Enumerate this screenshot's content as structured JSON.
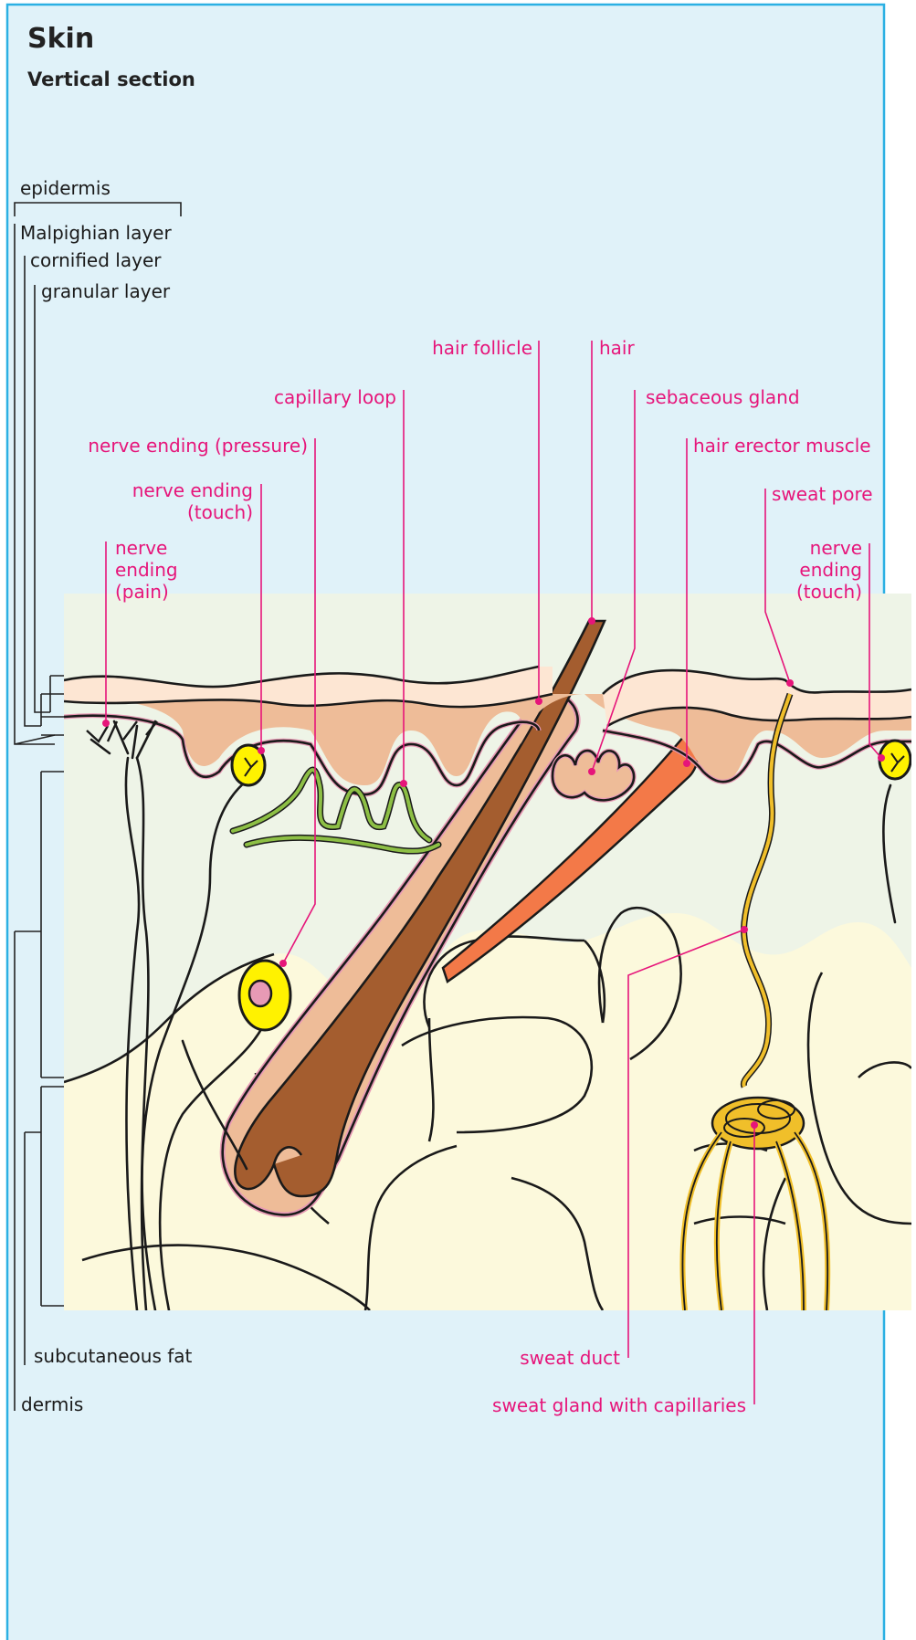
{
  "title": "Skin",
  "subtitle": "Vertical section",
  "layers": {
    "epidermis": "epidermis",
    "malpighian": "Malpighian layer",
    "cornified": "cornified layer",
    "granular": "granular layer",
    "subcutaneous": "subcutaneous fat",
    "dermis": "dermis"
  },
  "labels": {
    "hair_follicle": "hair follicle",
    "hair": "hair",
    "capillary_loop": "capillary loop",
    "sebaceous_gland": "sebaceous gland",
    "nerve_pressure": "nerve ending (pressure)",
    "hair_erector": "hair erector muscle",
    "nerve_touch_1a": "nerve ending",
    "nerve_touch_1b": "(touch)",
    "sweat_pore": "sweat pore",
    "nerve_pain_a": "nerve",
    "nerve_pain_b": "ending",
    "nerve_pain_c": "(pain)",
    "nerve_touch_2a": "nerve",
    "nerve_touch_2b": "ending",
    "nerve_touch_2c": "(touch)",
    "sweat_duct": "sweat duct",
    "sweat_gland": "sweat gland with capillaries"
  },
  "colors": {
    "background": "#e0f2f9",
    "border": "#2bb0e3",
    "label": "#e6157a",
    "outer_skin": "#fde6d3",
    "malpighian": "#eebc98",
    "basal_line": "#e79ab5",
    "dermis": "#eef4e7",
    "fat": "#fcf9dc",
    "hair": "#a45d2f",
    "muscle": "#f37948",
    "capillary": "#8dbf45",
    "sweat_gland": "#f0bf2a",
    "receptor": "#fff200"
  }
}
